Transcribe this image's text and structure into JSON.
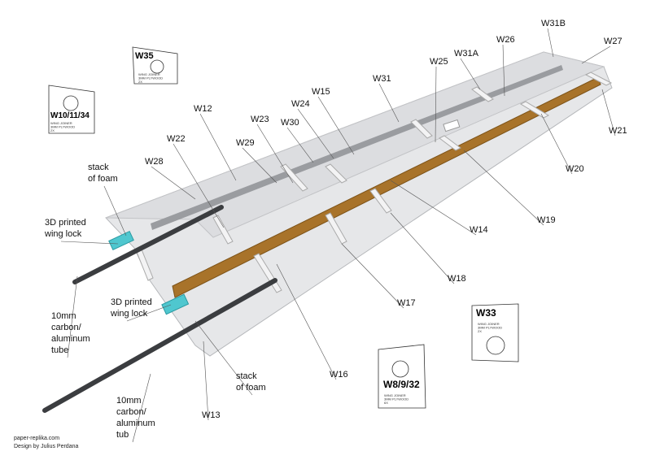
{
  "labels": [
    "W31B",
    "W27",
    "W26",
    "W31A",
    "W25",
    "W31",
    "W15",
    "W24",
    "W30",
    "W23",
    "W12",
    "W29",
    "W22",
    "W28",
    "W21",
    "W20",
    "W19",
    "W14",
    "W18",
    "W17",
    "W16",
    "W13"
  ],
  "callouts": [
    {
      "lines": [
        "stack",
        "of foam"
      ]
    },
    {
      "lines": [
        "3D printed",
        "wing lock"
      ]
    },
    {
      "lines": [
        "10mm",
        "carbon/",
        "aluminum",
        "tube"
      ]
    },
    {
      "lines": [
        "3D printed",
        "wing lock"
      ]
    },
    {
      "lines": [
        "stack",
        "of foam"
      ]
    },
    {
      "lines": [
        "10mm",
        "carbon/",
        "aluminum",
        "tub"
      ]
    }
  ],
  "cards": [
    {
      "title": "W35",
      "lines": [
        "WING JOINER",
        "3MM PLYWOOD",
        "2X"
      ]
    },
    {
      "title": "W10/11/34",
      "lines": [
        "WING JOINER",
        "3MM PLYWOOD",
        "2X"
      ]
    },
    {
      "title": "W33",
      "lines": [
        "WING JOINER",
        "3MM PLYWOOD",
        "2X"
      ]
    },
    {
      "title": "W8/9/32",
      "lines": [
        "WING JOINER",
        "3MM PLYWOOD",
        "6X"
      ]
    }
  ],
  "credits": {
    "site": "paper-replika.com",
    "designer": "Design by Julius Perdana"
  },
  "colors": {
    "wing": "#e6e7e9",
    "spar": "#a8732a",
    "tube": "#3b3d40",
    "lock": "#4fc7cf"
  }
}
